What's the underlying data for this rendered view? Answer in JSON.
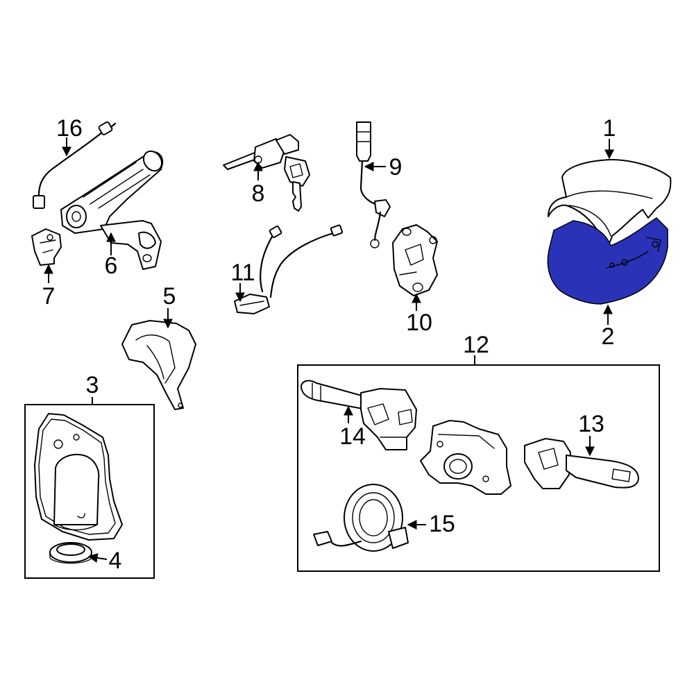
{
  "colors": {
    "highlight": "#2a33b8",
    "stroke": "#000000",
    "background": "#ffffff"
  },
  "callouts": [
    {
      "id": "1",
      "part_icon": "steering-column-upper-cover"
    },
    {
      "id": "2",
      "part_icon": "steering-column-lower-cover",
      "highlighted": true
    },
    {
      "id": "3",
      "part_icon": "boot-assembly-group"
    },
    {
      "id": "4",
      "part_icon": "grommet-ring"
    },
    {
      "id": "5",
      "part_icon": "column-cover-bracket"
    },
    {
      "id": "6",
      "part_icon": "lock-housing"
    },
    {
      "id": "7",
      "part_icon": "switch-clip"
    },
    {
      "id": "8",
      "part_icon": "ignition-lock-cylinder-with-keys"
    },
    {
      "id": "9",
      "part_icon": "shift-lock-cable"
    },
    {
      "id": "10",
      "part_icon": "ignition-switch"
    },
    {
      "id": "11",
      "part_icon": "key-reminder-switch"
    },
    {
      "id": "12",
      "part_icon": "combination-switch-group"
    },
    {
      "id": "13",
      "part_icon": "wiper-switch"
    },
    {
      "id": "14",
      "part_icon": "headlamp-switch"
    },
    {
      "id": "15",
      "part_icon": "clock-spring"
    },
    {
      "id": "16",
      "part_icon": "illumination-ring-wire"
    }
  ]
}
